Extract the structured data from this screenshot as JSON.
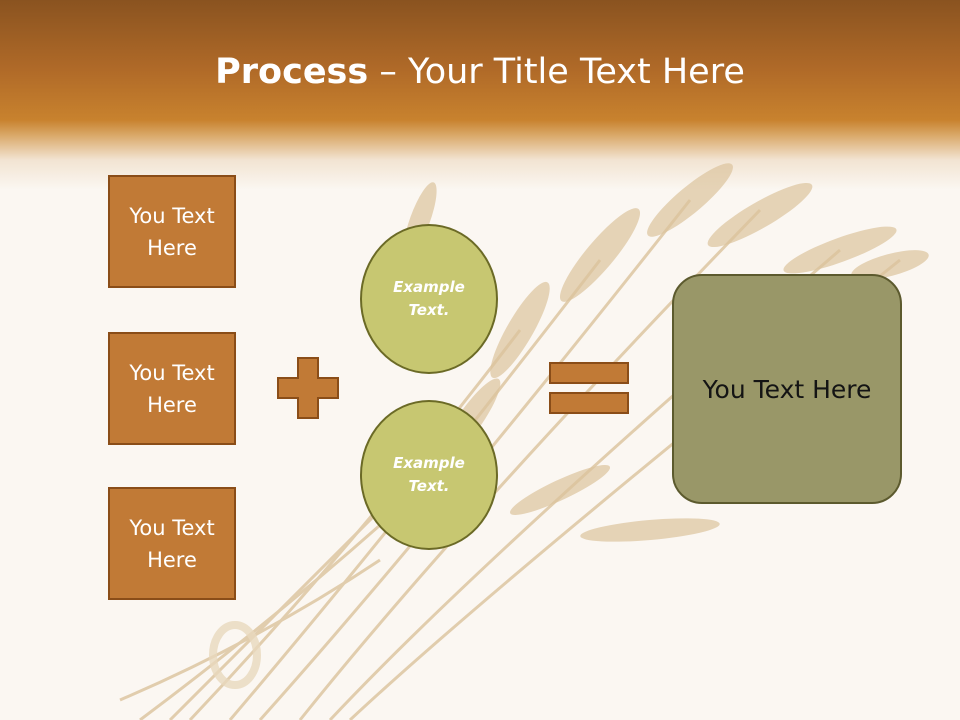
{
  "slide": {
    "title_bold": "Process",
    "title_rest": " – Your Title Text Here",
    "boxes": [
      "You Text Here",
      "You Text Here",
      "You Text Here"
    ],
    "circles": [
      "Example Text.",
      "Example Text."
    ],
    "result": "You Text Here"
  },
  "colors": {
    "header": "#b06a28",
    "box_fill": "#c17a36",
    "box_border": "#8a4d18",
    "circle_fill": "#c7c771",
    "result_fill": "#999768",
    "background": "#fbf7f2"
  },
  "icons": [
    "plus-icon",
    "equals-icon"
  ]
}
